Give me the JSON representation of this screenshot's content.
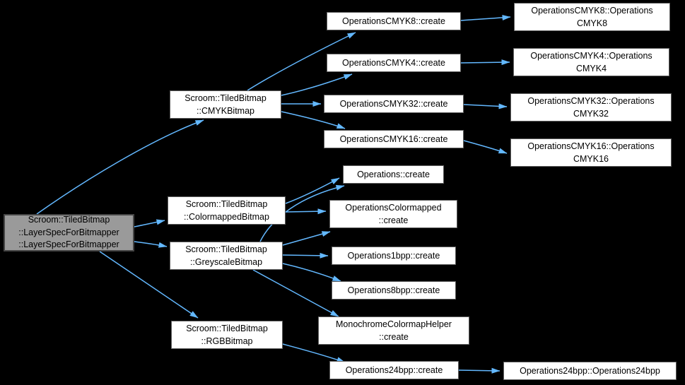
{
  "diagram": {
    "kind": "call-graph",
    "colors": {
      "background": "#000000",
      "edge": "#63b8ff",
      "node_fill": "#ffffff",
      "node_border": "#5f5f5f",
      "focus_node_fill": "#9a9a9a",
      "focus_node_border": "#454545",
      "text": "#000000"
    },
    "nodes": {
      "layerspec": {
        "lines": [
          "Scroom::TiledBitmap",
          "::LayerSpecForBitmapper",
          "::LayerSpecForBitmapper"
        ]
      },
      "cmykbitmap": {
        "lines": [
          "Scroom::TiledBitmap",
          "::CMYKBitmap"
        ]
      },
      "colormappedbitmap": {
        "lines": [
          "Scroom::TiledBitmap",
          "::ColormappedBitmap"
        ]
      },
      "greyscalebitmap": {
        "lines": [
          "Scroom::TiledBitmap",
          "::GreyscaleBitmap"
        ]
      },
      "rgbbitmap": {
        "lines": [
          "Scroom::TiledBitmap",
          "::RGBBitmap"
        ]
      },
      "cmyk8create": {
        "lines": [
          "OperationsCMYK8::create"
        ]
      },
      "cmyk4create": {
        "lines": [
          "OperationsCMYK4::create"
        ]
      },
      "cmyk32create": {
        "lines": [
          "OperationsCMYK32::create"
        ]
      },
      "cmyk16create": {
        "lines": [
          "OperationsCMYK16::create"
        ]
      },
      "opscreate": {
        "lines": [
          "Operations::create"
        ]
      },
      "opscolormappedcreate": {
        "lines": [
          "OperationsColormapped",
          "::create"
        ]
      },
      "ops1bppcreate": {
        "lines": [
          "Operations1bpp::create"
        ]
      },
      "ops8bppcreate": {
        "lines": [
          "Operations8bpp::create"
        ]
      },
      "monocreate": {
        "lines": [
          "MonochromeColormapHelper",
          "::create"
        ]
      },
      "ops24bppcreate": {
        "lines": [
          "Operations24bpp::create"
        ]
      },
      "cmyk8ctor": {
        "lines": [
          "OperationsCMYK8::Operations",
          "CMYK8"
        ]
      },
      "cmyk4ctor": {
        "lines": [
          "OperationsCMYK4::Operations",
          "CMYK4"
        ]
      },
      "cmyk32ctor": {
        "lines": [
          "OperationsCMYK32::Operations",
          "CMYK32"
        ]
      },
      "cmyk16ctor": {
        "lines": [
          "OperationsCMYK16::Operations",
          "CMYK16"
        ]
      },
      "ops24bppctor": {
        "lines": [
          "Operations24bpp::Operations24bpp"
        ]
      }
    },
    "edges": [
      {
        "from": "layerspec",
        "to": "cmykbitmap"
      },
      {
        "from": "layerspec",
        "to": "colormappedbitmap"
      },
      {
        "from": "layerspec",
        "to": "greyscalebitmap"
      },
      {
        "from": "layerspec",
        "to": "rgbbitmap"
      },
      {
        "from": "cmykbitmap",
        "to": "cmyk8create"
      },
      {
        "from": "cmykbitmap",
        "to": "cmyk4create"
      },
      {
        "from": "cmykbitmap",
        "to": "cmyk32create"
      },
      {
        "from": "cmykbitmap",
        "to": "cmyk16create"
      },
      {
        "from": "cmyk8create",
        "to": "cmyk8ctor"
      },
      {
        "from": "cmyk4create",
        "to": "cmyk4ctor"
      },
      {
        "from": "cmyk32create",
        "to": "cmyk32ctor"
      },
      {
        "from": "cmyk16create",
        "to": "cmyk16ctor"
      },
      {
        "from": "colormappedbitmap",
        "to": "opscreate"
      },
      {
        "from": "colormappedbitmap",
        "to": "opscolormappedcreate"
      },
      {
        "from": "greyscalebitmap",
        "to": "opscreate"
      },
      {
        "from": "greyscalebitmap",
        "to": "opscolormappedcreate"
      },
      {
        "from": "greyscalebitmap",
        "to": "ops1bppcreate"
      },
      {
        "from": "greyscalebitmap",
        "to": "ops8bppcreate"
      },
      {
        "from": "greyscalebitmap",
        "to": "monocreate"
      },
      {
        "from": "rgbbitmap",
        "to": "ops24bppcreate"
      },
      {
        "from": "ops24bppcreate",
        "to": "ops24bppctor"
      }
    ]
  }
}
